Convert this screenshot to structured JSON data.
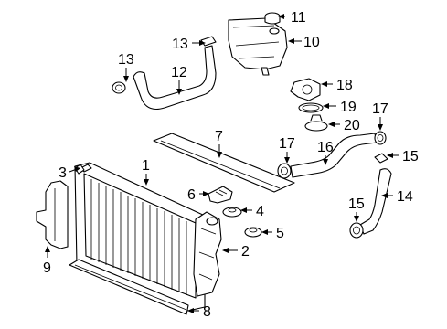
{
  "diagram": {
    "type": "exploded-parts-diagram",
    "callouts": [
      {
        "id": "c1",
        "label": "1"
      },
      {
        "id": "c2",
        "label": "2"
      },
      {
        "id": "c3",
        "label": "3"
      },
      {
        "id": "c4",
        "label": "4"
      },
      {
        "id": "c5",
        "label": "5"
      },
      {
        "id": "c6",
        "label": "6"
      },
      {
        "id": "c7",
        "label": "7"
      },
      {
        "id": "c8",
        "label": "8"
      },
      {
        "id": "c9",
        "label": "9"
      },
      {
        "id": "c10",
        "label": "10"
      },
      {
        "id": "c11",
        "label": "11"
      },
      {
        "id": "c12",
        "label": "12"
      },
      {
        "id": "c13a",
        "label": "13"
      },
      {
        "id": "c13b",
        "label": "13"
      },
      {
        "id": "c14",
        "label": "14"
      },
      {
        "id": "c15a",
        "label": "15"
      },
      {
        "id": "c15b",
        "label": "15"
      },
      {
        "id": "c16",
        "label": "16"
      },
      {
        "id": "c17a",
        "label": "17"
      },
      {
        "id": "c17b",
        "label": "17"
      },
      {
        "id": "c18",
        "label": "18"
      },
      {
        "id": "c19",
        "label": "19"
      },
      {
        "id": "c20",
        "label": "20"
      }
    ]
  }
}
